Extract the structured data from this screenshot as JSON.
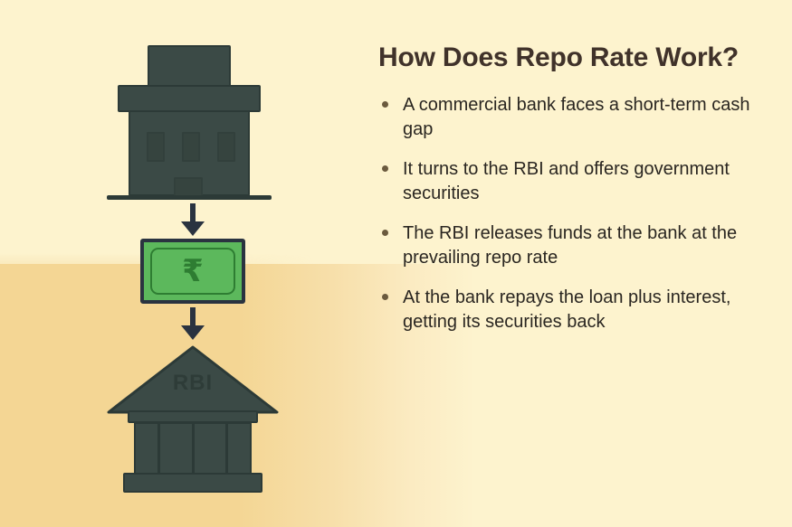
{
  "page": {
    "background_top_color": "#FDF3CE",
    "background_bottom_color": "#F4D694"
  },
  "content": {
    "title": "How Does Repo Rate Work?",
    "bullets": [
      "A commercial bank faces a short-term cash gap",
      "It turns to the RBI and offers government securities",
      "The RBI releases funds at the bank at the prevailing repo rate",
      "At the bank repays the loan plus interest, getting its securities back"
    ],
    "title_color": "#40322A",
    "body_color": "#2A2621",
    "bullet_marker_color": "#6B5A3E"
  },
  "diagram": {
    "commercial_bank": {
      "label": "commercial-bank-building",
      "color": "#3B4A46"
    },
    "arrow_down_1": {
      "label": "arrow-down",
      "color": "#2A3340"
    },
    "banknote": {
      "label": "rupee-banknote",
      "symbol": "₹",
      "fill_color": "#5CB85C",
      "border_color": "#2A3340",
      "frame_color": "#2E7D32"
    },
    "arrow_down_2": {
      "label": "arrow-down",
      "color": "#2A3340"
    },
    "rbi_bank": {
      "label": "rbi-central-bank-building",
      "pediment_text": "RBI",
      "color": "#3B4A46"
    }
  }
}
